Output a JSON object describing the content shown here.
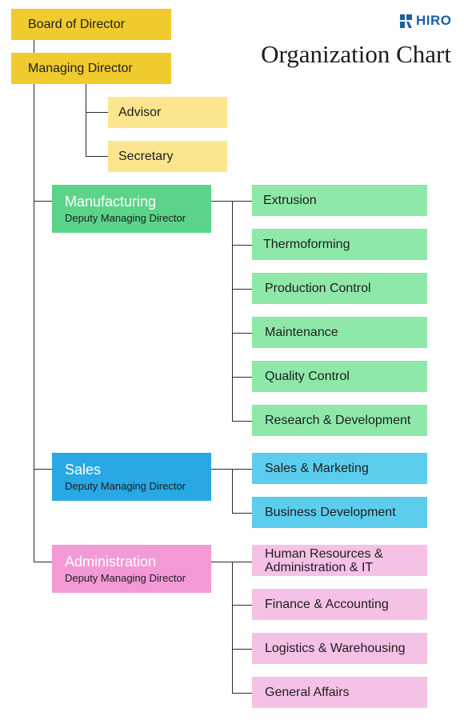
{
  "brand": {
    "name": "HIRO",
    "color": "#1b5fa8"
  },
  "title": "Organization Chart",
  "colors": {
    "executive": "#f0cb2d",
    "support": "#fbe58f",
    "manufacturing_head": "#5bd489",
    "manufacturing_unit": "#8ee8a8",
    "sales_head": "#28a8e4",
    "sales_unit": "#5dcdee",
    "admin_head": "#f399d6",
    "admin_unit": "#f5c1e4",
    "connector": "#2b2b2b"
  },
  "executive": {
    "board": "Board of Director",
    "managing": "Managing Director",
    "staff": [
      "Advisor",
      "Secretary"
    ]
  },
  "divisions": [
    {
      "name": "Manufacturing",
      "role": "Deputy Managing Director",
      "units": [
        "Extrusion",
        "Thermoforming",
        "Production Control",
        "Maintenance",
        "Quality Control",
        "Research & Development"
      ]
    },
    {
      "name": "Sales",
      "role": "Deputy Managing Director",
      "units": [
        "Sales & Marketing",
        "Business Development"
      ]
    },
    {
      "name": "Administration",
      "role": "Deputy Managing Director",
      "units": [
        "Human Resources & Administration & IT",
        "Finance & Accounting",
        "Logistics & Warehousing",
        "General Affairs"
      ]
    }
  ]
}
